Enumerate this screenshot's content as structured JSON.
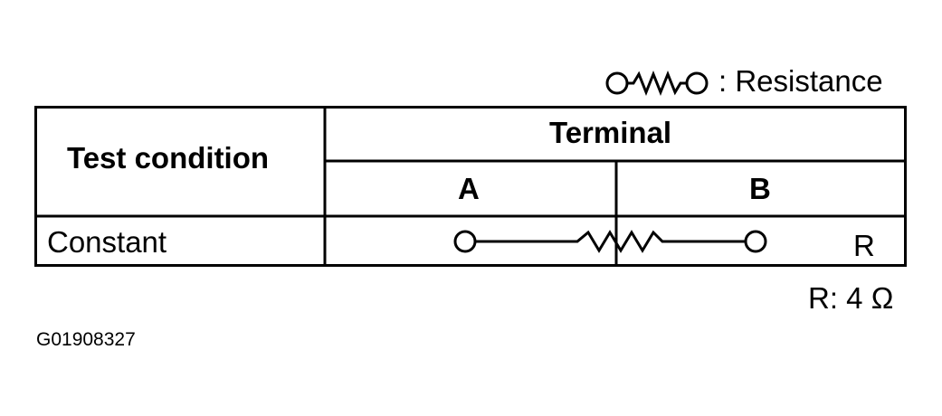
{
  "legend": {
    "symbol_icon": "resistor-symbol-icon",
    "label": ": Resistance"
  },
  "table": {
    "header": {
      "test_condition": "Test condition",
      "terminal": "Terminal",
      "terminal_a": "A",
      "terminal_b": "B"
    },
    "rows": [
      {
        "condition": "Constant",
        "connection_icon": "resistor-connection-icon",
        "symbol": "R"
      }
    ]
  },
  "rating": "R: 4 Ω",
  "figure_code": "G01908327"
}
